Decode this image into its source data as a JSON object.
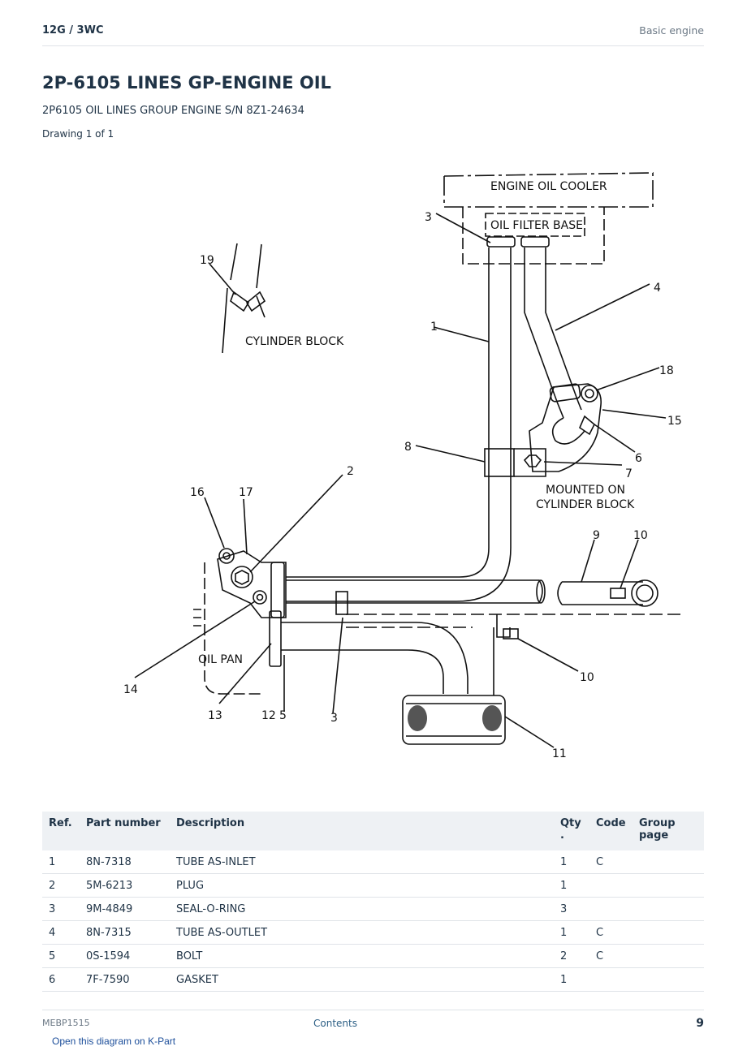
{
  "header": {
    "breadcrumb": "12G / 3WC",
    "section": "Basic engine"
  },
  "page": {
    "title": "2P-6105 LINES GP-ENGINE OIL",
    "subtitle": "2P6105 OIL LINES GROUP ENGINE S/N 8Z1-24634",
    "drawing_count": "Drawing 1 of 1"
  },
  "diagram": {
    "labels": {
      "engine_oil_cooler": "ENGINE OIL COOLER",
      "oil_filter_base": "OIL FILTER BASE",
      "cylinder_block": "CYLINDER BLOCK",
      "mounted_on_1": "MOUNTED ON",
      "mounted_on_2": "CYLINDER BLOCK",
      "oil_pan": "OIL PAN"
    },
    "callouts": {
      "c1": "1",
      "c2": "2",
      "c3a": "3",
      "c3b": "3",
      "c4": "4",
      "c5": "5",
      "c6": "6",
      "c7": "7",
      "c8": "8",
      "c9": "9",
      "c10a": "10",
      "c10b": "10",
      "c11": "11",
      "c12": "12",
      "c13": "13",
      "c14": "14",
      "c15": "15",
      "c16": "16",
      "c17": "17",
      "c18": "18",
      "c19": "19"
    }
  },
  "parts_table": {
    "headers": {
      "ref": "Ref.",
      "part_number": "Part number",
      "description": "Description",
      "qty": "Qty .",
      "code": "Code",
      "group_page": "Group page"
    },
    "rows": [
      {
        "ref": "1",
        "part_number": "8N-7318",
        "description": "TUBE AS-INLET",
        "qty": "1",
        "code": "C",
        "group_page": ""
      },
      {
        "ref": "2",
        "part_number": "5M-6213",
        "description": "PLUG",
        "qty": "1",
        "code": "",
        "group_page": ""
      },
      {
        "ref": "3",
        "part_number": "9M-4849",
        "description": "SEAL-O-RING",
        "qty": "3",
        "code": "",
        "group_page": ""
      },
      {
        "ref": "4",
        "part_number": "8N-7315",
        "description": "TUBE AS-OUTLET",
        "qty": "1",
        "code": "C",
        "group_page": ""
      },
      {
        "ref": "5",
        "part_number": "0S-1594",
        "description": "BOLT",
        "qty": "2",
        "code": "C",
        "group_page": ""
      },
      {
        "ref": "6",
        "part_number": "7F-7590",
        "description": "GASKET",
        "qty": "1",
        "code": "",
        "group_page": ""
      }
    ]
  },
  "footer": {
    "doc_id": "MEBP1515",
    "contents_label": "Contents",
    "page_number": "9"
  },
  "kpart_link": "Open this diagram on K-Part"
}
